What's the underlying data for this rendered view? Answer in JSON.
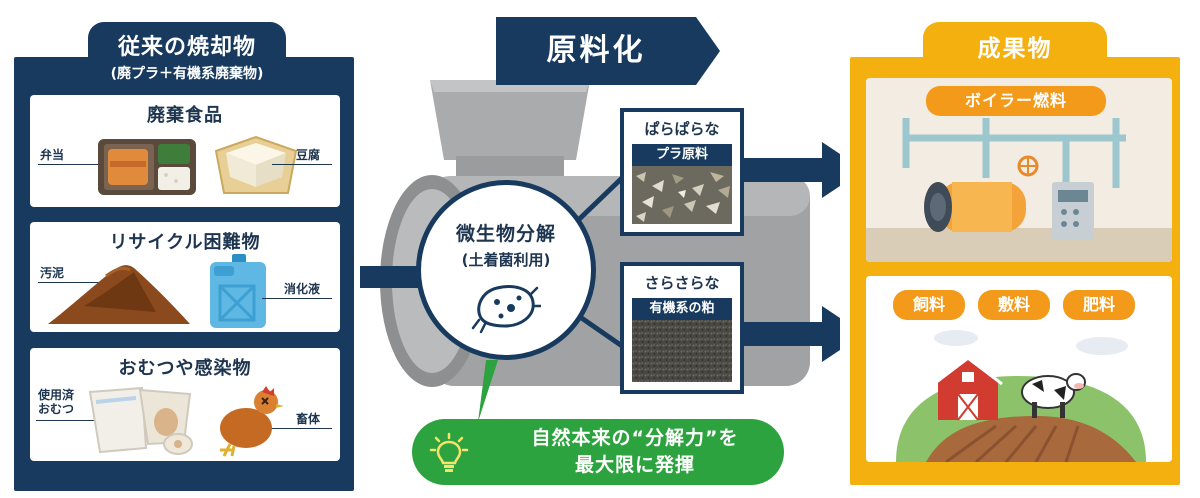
{
  "left": {
    "title": "従来の焼却物",
    "subtitle": "(廃プラ＋有機系廃棄物)",
    "cards": [
      {
        "title": "廃棄食品",
        "labels": [
          "弁当",
          "豆腐"
        ]
      },
      {
        "title": "リサイクル困難物",
        "labels": [
          "汚泥",
          "消化液"
        ]
      },
      {
        "title": "おむつや感染物",
        "labels": [
          "使用済\nおむつ",
          "畜体"
        ]
      }
    ]
  },
  "center": {
    "header": "原料化",
    "circle_title": "微生物分解",
    "circle_sub": "(土着菌利用)",
    "top_box": {
      "title": "ぱらぱらな",
      "sub": "プラ原料"
    },
    "bottom_box": {
      "title": "さらさらな",
      "sub": "有機系の粕"
    },
    "highlight_line1": "自然本来の“分解力”を",
    "highlight_line2": "最大限に発揮"
  },
  "right": {
    "title": "成果物",
    "boiler_label": "ボイラー燃料",
    "pills": [
      "飼料",
      "敷料",
      "肥料"
    ]
  },
  "colors": {
    "navy": "#173a5e",
    "amber": "#f4b00f",
    "orange": "#f39a1b",
    "green": "#2da33f"
  }
}
